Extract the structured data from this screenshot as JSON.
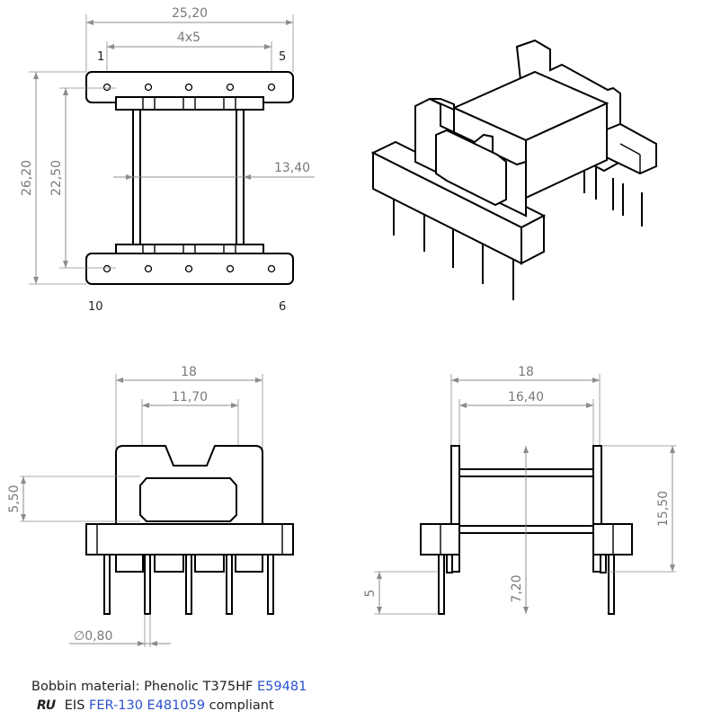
{
  "top_view": {
    "dim_overall_width": "25,20",
    "dim_pitch": "4x5",
    "dim_overall_height": "26,20",
    "dim_inner_height": "22,50",
    "dim_core_width": "13,40",
    "pin_1": "1",
    "pin_5": "5",
    "pin_10": "10",
    "pin_6": "6"
  },
  "front_view": {
    "dim_width": "18",
    "dim_window": "11,70",
    "dim_height": "5,50",
    "dim_pin_dia": "∅0,80"
  },
  "side_view": {
    "dim_width": "18",
    "dim_inner": "16,40",
    "dim_height": "15,50",
    "dim_center": "7,20",
    "dim_pin_len": "5"
  },
  "footer": {
    "material_label": "Bobbin material: Phenolic T375HF",
    "material_code": "E59481",
    "ul_mark": "RU",
    "eis_label": "EIS",
    "eis_code": "FER-130 E481059",
    "compliant": "compliant"
  }
}
